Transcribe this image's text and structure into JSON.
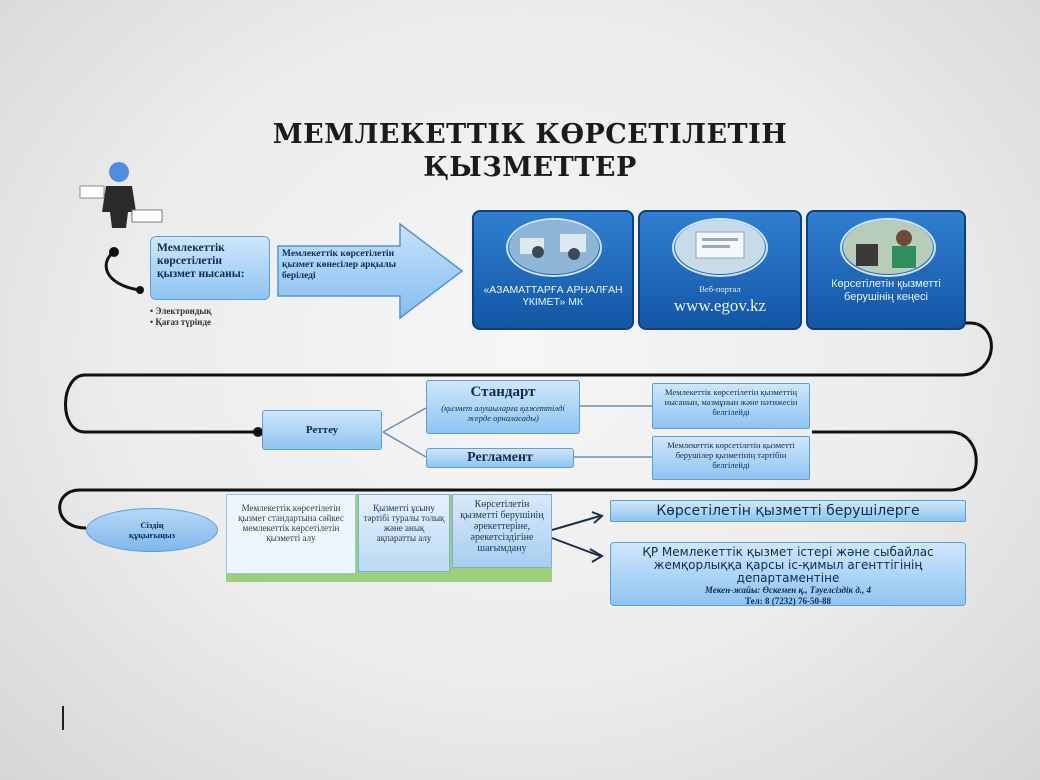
{
  "title_line1": "МЕМЛЕКЕТТІК КӨРСЕТІЛЕТІН",
  "title_line2": "ҚЫЗМЕТТЕР",
  "form_box": "Мемлекеттік көрсетілетін қызмет нысаны:",
  "form_list": [
    "• Электрондық",
    "• Қағаз түрінде"
  ],
  "arrow_text": "Мемлекеттік көрсетілетін қызмет көнесілер арқылы беріледі",
  "channels": [
    {
      "label": "«АЗАМАТТАРҒА АРНАЛҒАН ҮКІМЕТ» МК"
    },
    {
      "sublabel": "Веб-портал",
      "label": "www.egov.kz"
    },
    {
      "label": "Көрсетілетін қызметті берушінің кеңесі"
    }
  ],
  "reg_label": "Реттеу",
  "standard_title": "Стандарт",
  "standard_sub": "(қызмет алушыларға қажеттілді жерде орналасады)",
  "standard_desc": "Мемлекеттік көрсетілетін қызметтің нысанын, мазмұнын және нәтижесін белгілейді",
  "reglament_title": "Регламент",
  "reglament_desc": "Мемлекеттік көрсетілетін қызметті берушілер қызметінің тәртібін белгілейді",
  "complaint_label": "Сіздің құқығыңыз",
  "complaints": [
    "Мемлекеттік көрсетілетін қызмет стандартына сәйкес мемлекеттік көрсетілетін қызметті алу",
    "Қызметті ұсыну тәртібі туралы толық және анық ақпаратты алу",
    "Көрсетілетін қызметті берушінің әрекеттеріне, әрекетсіздігіне шағымдану"
  ],
  "target1": "Көрсетілетін қызметті берушілерге",
  "target2": "ҚР Мемлекеттік қызмет істері және сыбайлас жемқорлыққа қарсы іс-қимыл агенттігінің департаментіне",
  "target2_address": "Мекен-жайы: Өскемен қ., Тәуелсіздік д., 4",
  "target2_phone": "Тел: 8 (7232) 76-50-88",
  "colors": {
    "dark_blue": "#1a5fb0",
    "light_blue": "#a9d2f6",
    "title": "#1b1b1b"
  }
}
